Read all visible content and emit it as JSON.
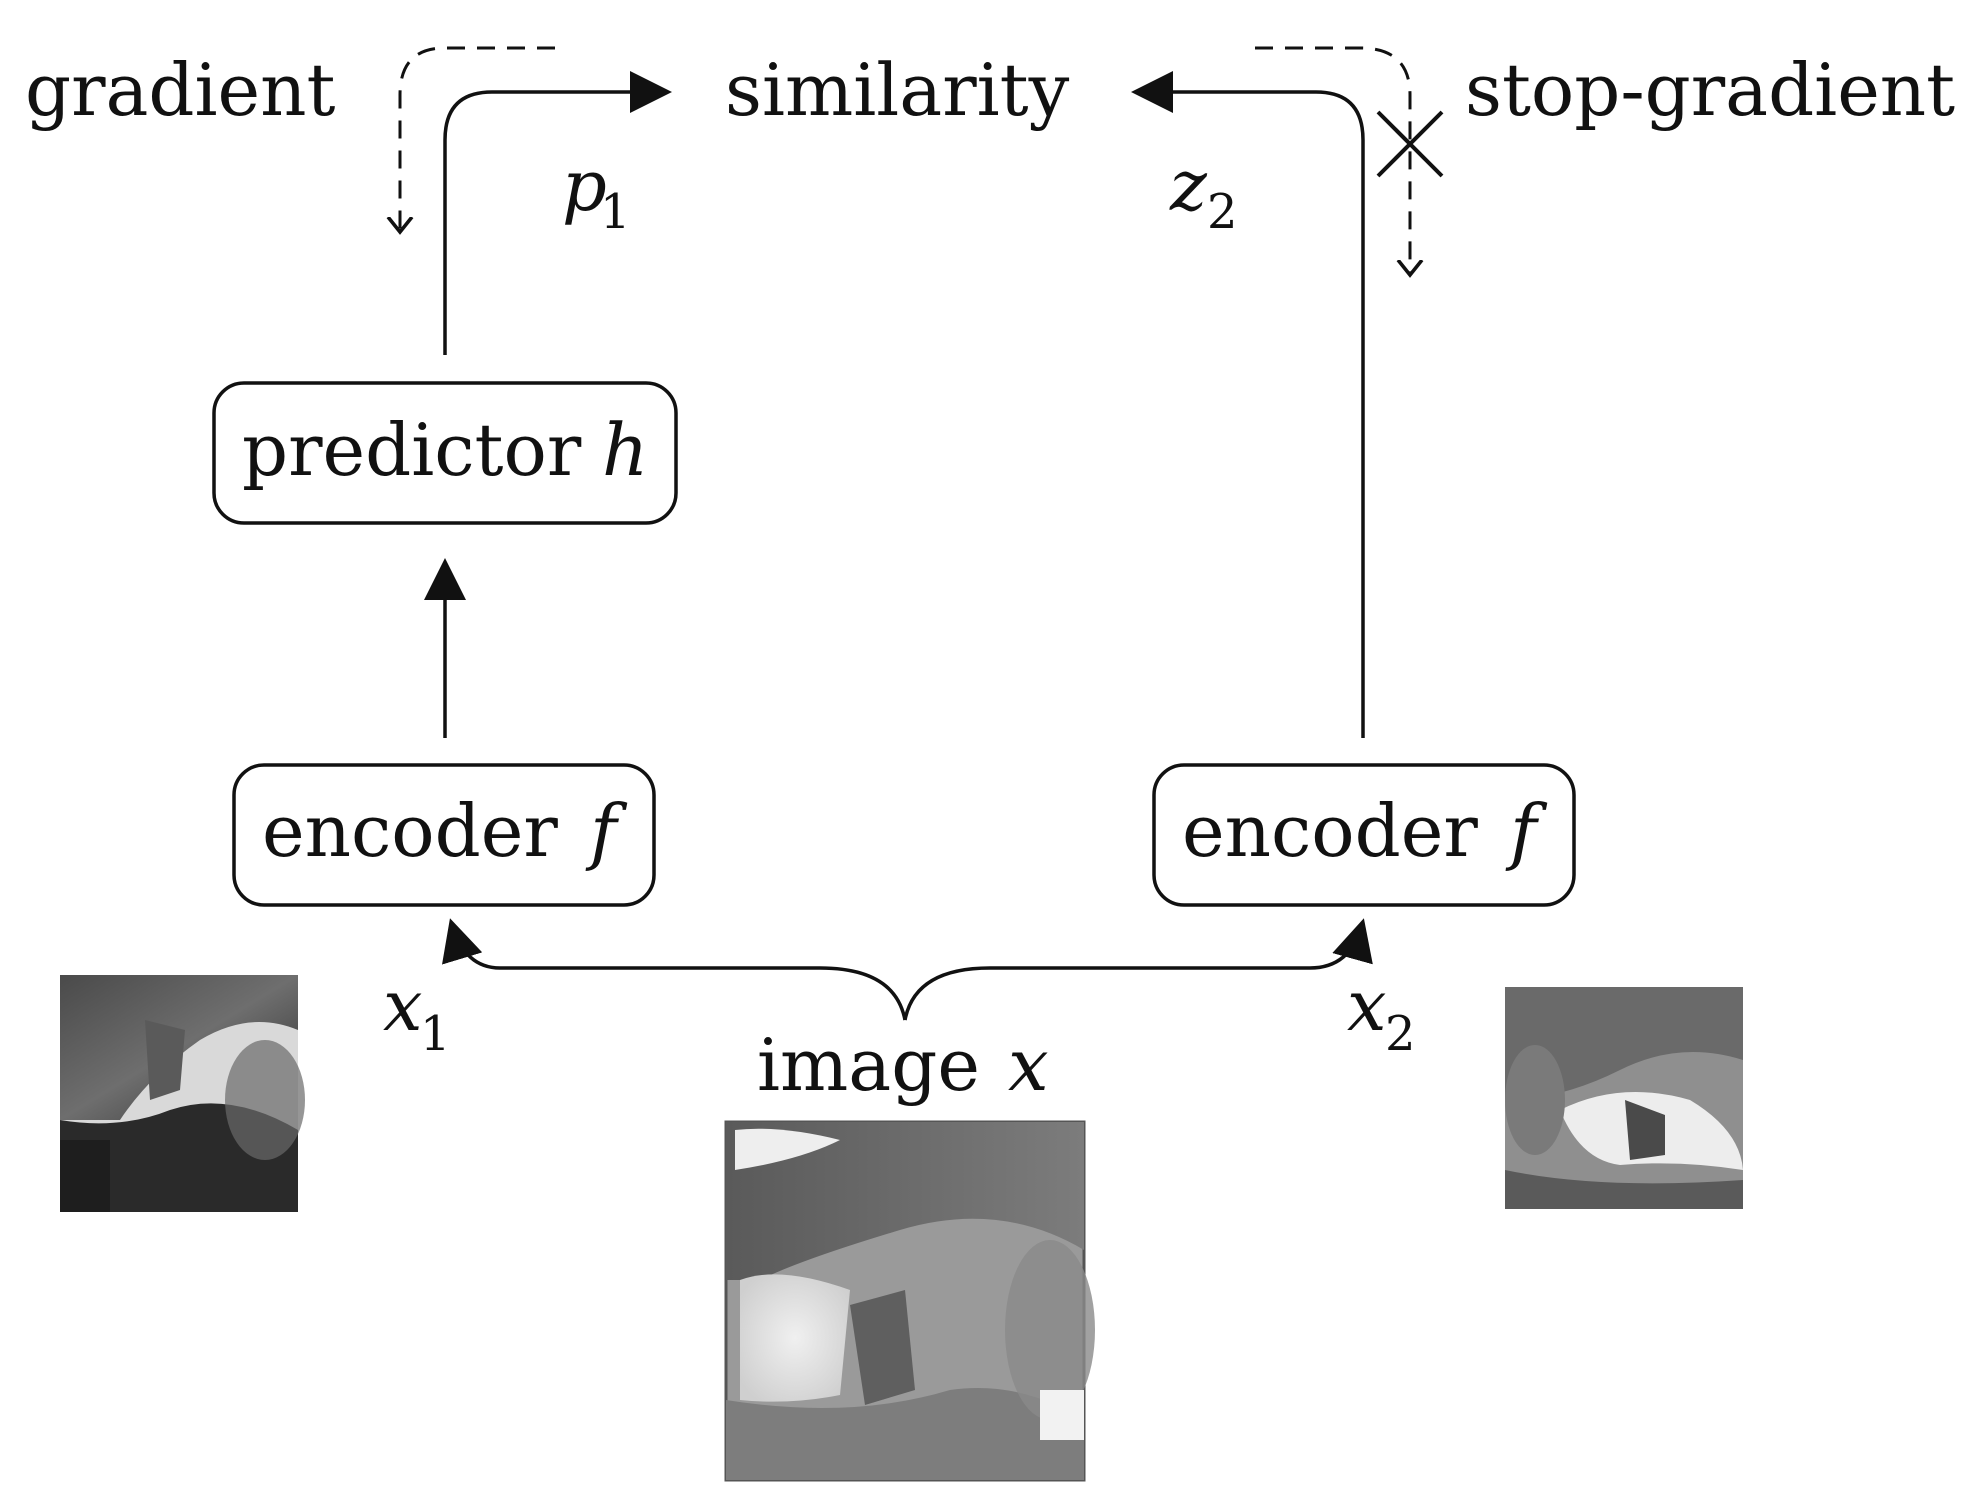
{
  "labels": {
    "gradient": "gradient",
    "similarity": "similarity",
    "stop_gradient": "stop-gradient",
    "p1_base": "p",
    "p1_sub": "1",
    "z2_base": "z",
    "z2_sub": "2",
    "x1_base": "x",
    "x1_sub": "1",
    "x2_base": "x",
    "x2_sub": "2",
    "image_text": "image",
    "image_var": "x"
  },
  "boxes": {
    "predictor": {
      "text": "predictor",
      "var": "h"
    },
    "encoder_left": {
      "text": "encoder",
      "var": "f"
    },
    "encoder_right": {
      "text": "encoder",
      "var": "f"
    }
  }
}
